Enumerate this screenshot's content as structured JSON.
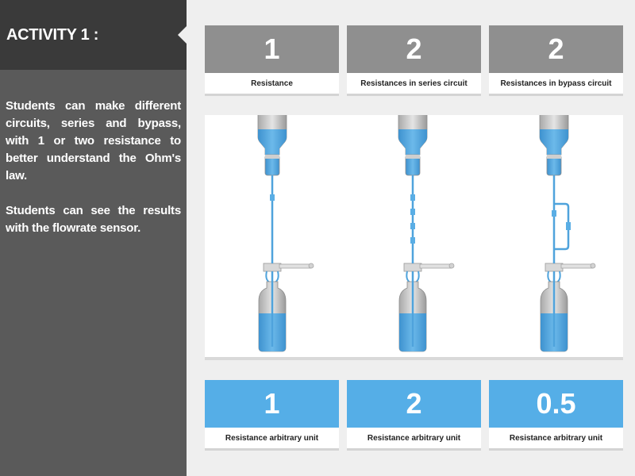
{
  "sidebar": {
    "title": "ACTIVITY 1 :",
    "paragraphs": [
      "Students can make different circuits, series and bypass, with 1 or two resistance to better understand the Ohm's law.",
      "Students can see the results with the flowrate sensor."
    ]
  },
  "top_cards": [
    {
      "value": "1",
      "label": "Resistance"
    },
    {
      "value": "2",
      "label": "Resistances in series circuit"
    },
    {
      "value": "2",
      "label": "Resistances in bypass circuit"
    }
  ],
  "bottom_cards": [
    {
      "value": "1",
      "label": "Resistance arbitrary  unit"
    },
    {
      "value": "2",
      "label": "Resistance arbitrary  unit"
    },
    {
      "value": "0.5",
      "label": "Resistance arbitrary  unit"
    }
  ],
  "colors": {
    "sidebar": "#5a5a5a",
    "title_bar": "#3a3a3a",
    "top_card": "#8f8f8f",
    "bottom_card": "#55aee7",
    "water": "#4fa3dc"
  }
}
